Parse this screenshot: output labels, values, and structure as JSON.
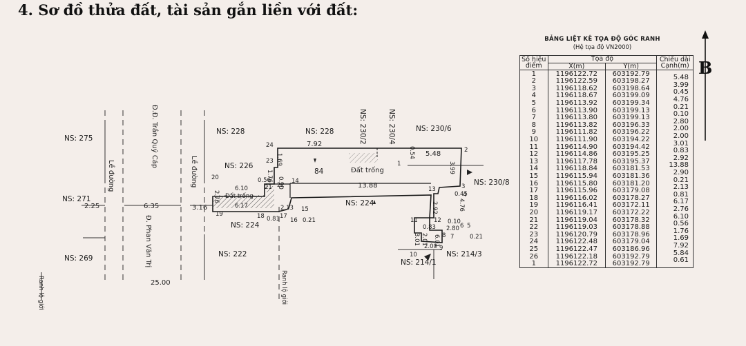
{
  "heading": "4. Sơ đồ thửa đất, tài sản gắn liền với đất:",
  "plot": {
    "main_area": "84",
    "empty_label": "Đất trống",
    "empty_label_lower": "Đất trống",
    "neighbors": {
      "ns275": "NS: 275",
      "ns271": "NS: 271",
      "ns269": "NS: 269",
      "ns228a": "NS: 228",
      "ns228b": "NS: 228",
      "ns226": "NS: 226",
      "ns224a": "NS: 224",
      "ns224b": "NS: 224",
      "ns222": "NS: 222",
      "ns2302": "NS: 230/2",
      "ns2304": "NS: 230/4",
      "ns2306": "NS: 230/6",
      "ns2308": "NS: 230/8",
      "ns2141": "NS: 214/1",
      "ns2143": "NS: 214/3"
    },
    "roads": {
      "tran_quy_cap": "Đ.Đ. Trần Quý Cáp",
      "phan_van_tri": "Đ. Phan Văn Trị",
      "lo_duong_left": "Lề đường",
      "lo_duong_right": "Lề đường",
      "ranh_lo_gioi_left": "Ranh lộ giới",
      "ranh_lo_gioi_right": "Ranh lộ giới"
    },
    "dims": {
      "d792": "7.92",
      "d548": "5.48",
      "d054": "0.54",
      "d399": "3.99",
      "d045": "0.45",
      "d1388": "13.88",
      "d169": "1.69",
      "d176": "1.76",
      "d056": "0.56",
      "d610": "6.10",
      "d617": "6.17",
      "d276": "2.76",
      "d213": "2.13",
      "d081": "0.81",
      "d021a": "0.21",
      "d292": "2.92",
      "d476": "4.76",
      "d010": "0.10",
      "d083": "0.83",
      "d280": "2.80",
      "d021b": "0.21",
      "d200": "2.00",
      "d201": "2.01",
      "d090": "0.90",
      "d225": "2.25",
      "d635": "6.35",
      "d316": "3.16",
      "d2500": "25.00",
      "d601": "6.01",
      "d301": "3.01"
    },
    "points": {
      "p1": "1",
      "p2": "2",
      "p3": "3",
      "p4": "4",
      "p5": "5",
      "p6": "6",
      "p7": "7",
      "p8": "8",
      "p9": "9",
      "p10": "10",
      "p11": "11",
      "p12": "12",
      "p13": "13",
      "p14": "14",
      "p15": "15",
      "p16": "16",
      "p17": "17",
      "p18": "18",
      "p19": "19",
      "p20": "20",
      "p21": "21",
      "p22": "22",
      "p23": "23",
      "p24": "24"
    }
  },
  "table": {
    "title": "BẢNG LIỆT KÊ TỌA ĐỘ GÓC RANH",
    "subtitle": "(Hệ tọa độ VN2000)",
    "col_point": "Số hiệu điểm",
    "col_coord": "Tọa độ",
    "col_x": "X(m)",
    "col_y": "Y(m)",
    "col_len": "Chiều dài Cạnh(m)",
    "rows": [
      {
        "p": "1",
        "x": "1196122.72",
        "y": "603192.79",
        "len": ""
      },
      {
        "p": "2",
        "x": "1196122.59",
        "y": "603198.27",
        "len": "5.48"
      },
      {
        "p": "3",
        "x": "1196118.62",
        "y": "603198.64",
        "len": "3.99"
      },
      {
        "p": "4",
        "x": "1196118.67",
        "y": "603199.09",
        "len": "0.45"
      },
      {
        "p": "5",
        "x": "1196113.92",
        "y": "603199.34",
        "len": "4.76"
      },
      {
        "p": "6",
        "x": "1196113.90",
        "y": "603199.13",
        "len": "0.21"
      },
      {
        "p": "7",
        "x": "1196113.80",
        "y": "603199.13",
        "len": "0.10"
      },
      {
        "p": "8",
        "x": "1196113.82",
        "y": "603196.33",
        "len": "2.80"
      },
      {
        "p": "9",
        "x": "1196111.82",
        "y": "603196.22",
        "len": "2.00"
      },
      {
        "p": "10",
        "x": "1196111.90",
        "y": "603194.22",
        "len": "2.00"
      },
      {
        "p": "11",
        "x": "1196114.90",
        "y": "603194.42",
        "len": "3.01"
      },
      {
        "p": "12",
        "x": "1196114.86",
        "y": "603195.25",
        "len": "0.83"
      },
      {
        "p": "13",
        "x": "1196117.78",
        "y": "603195.37",
        "len": "2.92"
      },
      {
        "p": "14",
        "x": "1196118.84",
        "y": "603181.53",
        "len": "13.88"
      },
      {
        "p": "15",
        "x": "1196115.94",
        "y": "603181.36",
        "len": "2.90"
      },
      {
        "p": "16",
        "x": "1196115.80",
        "y": "603181.20",
        "len": "0.21"
      },
      {
        "p": "17",
        "x": "1196115.96",
        "y": "603179.08",
        "len": "2.13"
      },
      {
        "p": "18",
        "x": "1196116.02",
        "y": "603178.27",
        "len": "0.81"
      },
      {
        "p": "19",
        "x": "1196116.41",
        "y": "603172.11",
        "len": "6.17"
      },
      {
        "p": "20",
        "x": "1196119.17",
        "y": "603172.22",
        "len": "2.76"
      },
      {
        "p": "21",
        "x": "1196119.04",
        "y": "603178.32",
        "len": "6.10"
      },
      {
        "p": "22",
        "x": "1196119.03",
        "y": "603178.88",
        "len": "0.56"
      },
      {
        "p": "23",
        "x": "1196120.79",
        "y": "603178.96",
        "len": "1.76"
      },
      {
        "p": "24",
        "x": "1196122.48",
        "y": "603179.04",
        "len": "1.69"
      },
      {
        "p": "25",
        "x": "1196122.47",
        "y": "603186.96",
        "len": "7.92"
      },
      {
        "p": "26",
        "x": "1196122.18",
        "y": "603192.79",
        "len": "5.84"
      },
      {
        "p": "1",
        "x": "1196122.72",
        "y": "603192.79",
        "len": "0.61"
      }
    ]
  },
  "north_letter": "B",
  "colors": {
    "ink": "#1b1b1b",
    "paper": "#f4eeea",
    "hatch": "#555555"
  }
}
